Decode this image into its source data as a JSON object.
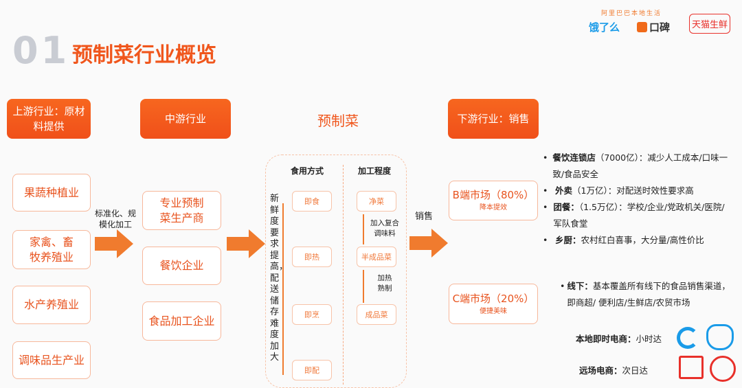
{
  "section_number": "01",
  "title": "预制菜行业概览",
  "logos": {
    "alibaba_tagline": "阿里巴巴本地生活",
    "eleme": "饿了么",
    "koubei": "口碑",
    "tmall_fresh": "天猫生鲜"
  },
  "headers": {
    "upstream": "上游行业：原材料提供",
    "midstream": "中游行业",
    "center": "预制菜",
    "downstream": "下游行业：销售"
  },
  "upstream_items": [
    "果蔬种植业",
    "家禽、畜牧养殖业",
    "水产养殖业",
    "调味品生产业"
  ],
  "arrow1_label": "标准化、规模化加工",
  "midstream_items": [
    "专业预制菜生产商",
    "餐饮企业",
    "食品加工企业"
  ],
  "center_panel": {
    "col1_title": "食用方式",
    "col2_title": "加工程度",
    "vertical_note": "新鲜度要求提高，配送储存难度加大",
    "consumption": [
      "即食",
      "即热",
      "即烹",
      "即配"
    ],
    "processing": [
      "净菜",
      "半成品菜",
      "成品菜"
    ],
    "step1": "加入复合调味料",
    "step2": "加热熟制"
  },
  "arrow3_label": "销售",
  "b_market": {
    "title": "B端市场（80%）",
    "sub": "降本提效"
  },
  "c_market": {
    "title": "C端市场（20%）",
    "sub": "便捷美味"
  },
  "b_bullets": [
    {
      "bold": "餐饮连锁店",
      "text": "（7000亿）：减少人工成本/口味一致/食品安全"
    },
    {
      "bold": "外卖",
      "text": "（1万亿）：对配送时效性要求高"
    },
    {
      "bold": "团餐：",
      "text": "（1.5万亿）：学校/企业/党政机关/医院/军队食堂"
    },
    {
      "bold": "乡厨：",
      "text": "农村红白喜事，大分量/高性价比"
    }
  ],
  "c_bullet": {
    "bold": "线下：",
    "text": "基本覆盖所有线下的食品销售渠道，即商超/ 便利店/生鲜店/农贸市场"
  },
  "local_ecom": {
    "bold": "本地即时电商：",
    "text": "小时达"
  },
  "remote_ecom": {
    "bold": "远场电商：",
    "text": "次日达"
  },
  "colors": {
    "accent": "#f0561c",
    "light_border": "#f7b79a",
    "eleme_blue": "#1a9be8",
    "tmall_red": "#e8302a"
  }
}
